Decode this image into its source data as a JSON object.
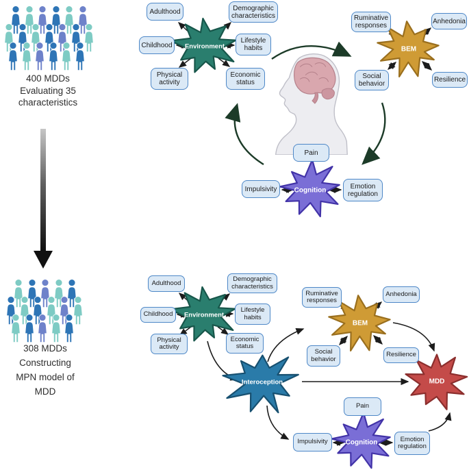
{
  "captions": {
    "top": [
      "400 MDDs",
      "Evaluating 35",
      "characteristics"
    ],
    "bottom": [
      "308 MDDs",
      "Constructing",
      "MPN model of",
      "MDD"
    ]
  },
  "nodes": {
    "environment": "Environment",
    "bem": "BEM",
    "cognition": "Cognition",
    "interoception": "Interoception",
    "mdd": "MDD"
  },
  "boxes": {
    "adulthood": "Adulthood",
    "demographic_characteristics": "Demographic characteristics",
    "childhood": "Childhood",
    "lifestyle_habits": "Lifestyle habits",
    "physical_activity": "Physical activity",
    "economic_status": "Economic status",
    "ruminative_responses": "Ruminative responses",
    "anhedonia": "Anhedonia",
    "social_behavior": "Social behavior",
    "resilience": "Resilience",
    "pain": "Pain",
    "impulsivity": "Impulsivity",
    "emotion_regulation": "Emotion regulation"
  },
  "palette": {
    "environment": "#2A7E6E",
    "environment_border": "#17564A",
    "bem": "#CF9B35",
    "bem_border": "#9A6F1E",
    "cognition": "#7A6ED6",
    "cognition_border": "#4233A8",
    "interoception": "#2A7BA9",
    "interoception_border": "#175070",
    "mdd": "#C44B49",
    "mdd_border": "#8B2E2D",
    "box_fill": "#DBE9F6",
    "box_border": "#4D87C7",
    "person_blue": "#2E75B6",
    "person_teal": "#7ECBC4",
    "person_periwinkle": "#6E82CA",
    "connector": "#1c1c1c",
    "cycle_arrow": "#1C3B28",
    "head_skin": "#EDEDF1",
    "head_outline": "#BFBFC8",
    "brain": "#D9A7AE",
    "brain_outline": "#B4808A"
  },
  "crowds": {
    "group1": {
      "rows": [
        [
          "blue",
          "teal",
          "periwinkle",
          "blue",
          "teal",
          "periwinkle"
        ],
        [
          "teal",
          "blue",
          "teal",
          "blue",
          "periwinkle",
          "blue",
          "teal"
        ],
        [
          "blue",
          "teal",
          "periwinkle",
          "blue",
          "teal",
          "blue"
        ]
      ]
    },
    "group2": {
      "rows": [
        [
          "teal",
          "blue",
          "periwinkle",
          "teal",
          "blue"
        ],
        [
          "blue",
          "teal",
          "blue",
          "teal",
          "periwinkle",
          "teal"
        ],
        [
          "teal",
          "blue",
          "periwinkle",
          "teal",
          "blue"
        ]
      ]
    }
  }
}
